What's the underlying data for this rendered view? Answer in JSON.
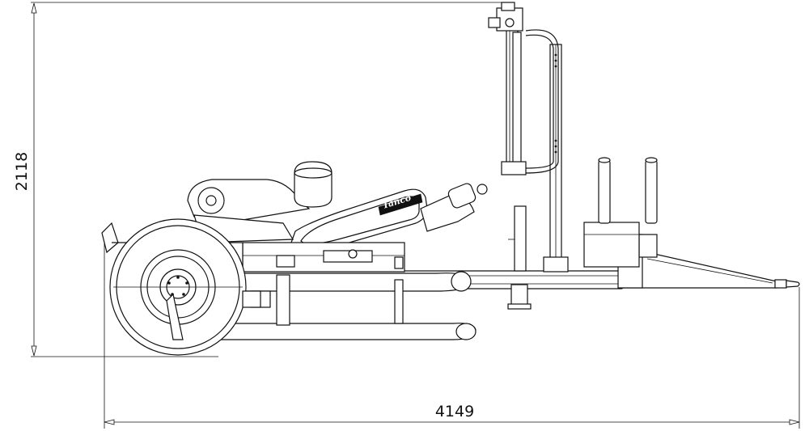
{
  "dimensions": {
    "height_label": "2118",
    "width_label": "4149"
  },
  "logo": {
    "text": "Tanco"
  },
  "colors": {
    "line": "#111111",
    "background": "#ffffff"
  }
}
